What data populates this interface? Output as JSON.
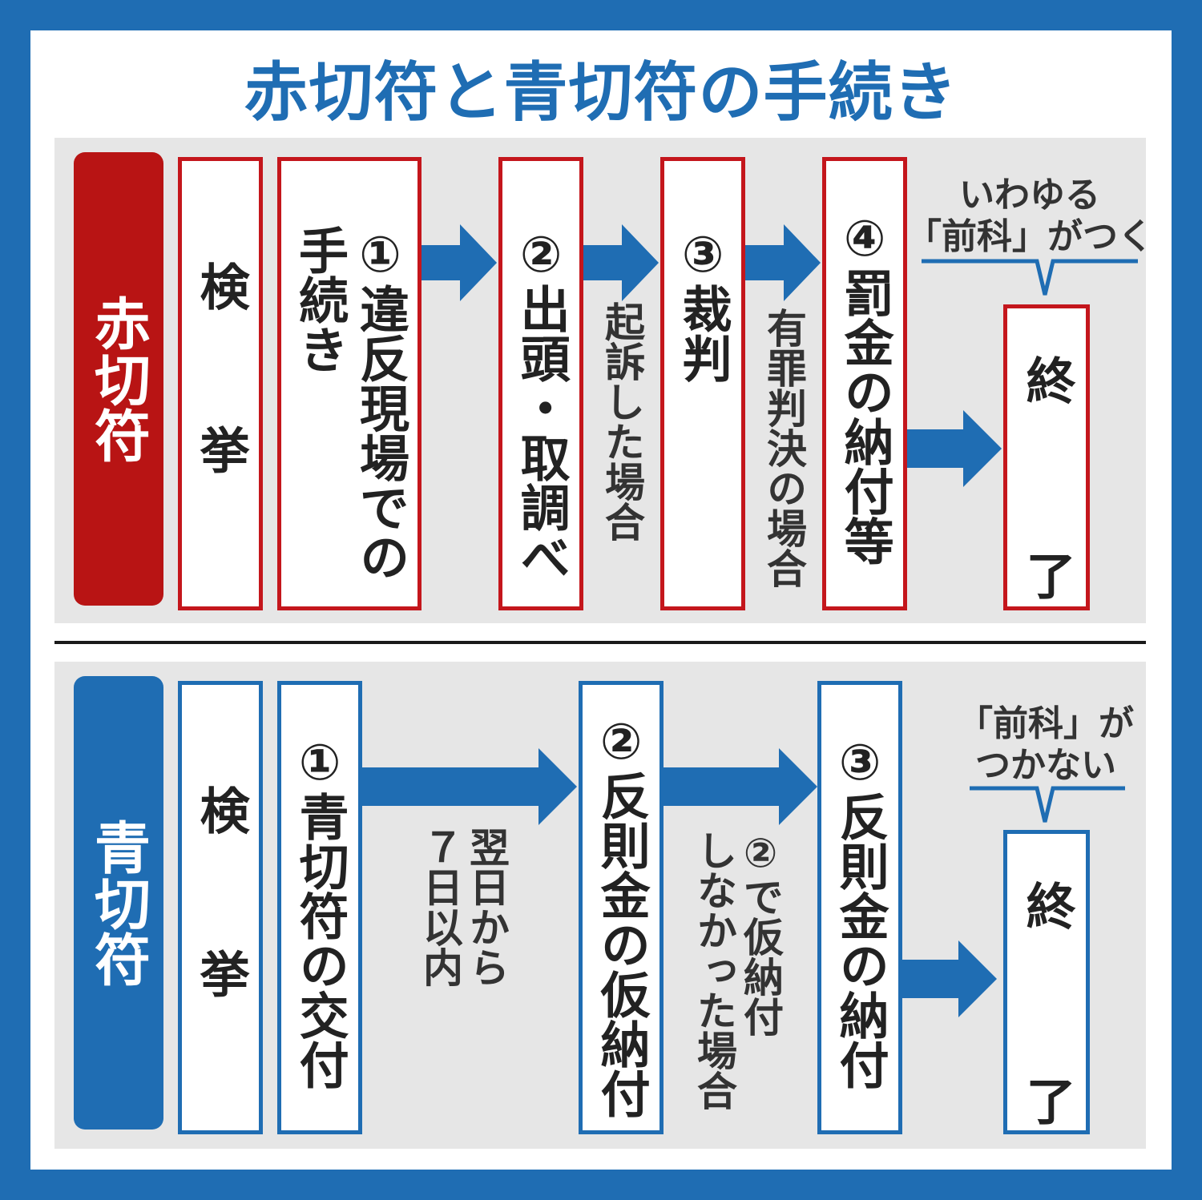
{
  "title": "赤切符と青切符の手続き",
  "colors": {
    "frame": "#1f6db3",
    "red": "#b81414",
    "blue": "#1f6db3",
    "panel": "#e6e6e6"
  },
  "red": {
    "label": "赤切符",
    "kenkyo": "検　挙",
    "step1": "①違反現場での\n手続き",
    "step2": "②出頭・取調べ",
    "step2_note": "起訴した場合",
    "step3": "③裁判",
    "step3_note": "有罪判決の場合",
    "step4": "④罰金の納付等",
    "end_caption_1": "いわゆる",
    "end_caption_2": "「前科」がつく",
    "end": "終　了"
  },
  "blue": {
    "label": "青切符",
    "kenkyo": "検　挙",
    "step1": "①青切符の交付",
    "step1_note": "翌日から\n７日以内",
    "step2": "②反則金の仮納付",
    "step2_note": "②で仮納付\nしなかった場合",
    "step3": "③反則金の納付",
    "end_caption_1": "「前科」が",
    "end_caption_2": "つかない",
    "end": "終　了"
  }
}
